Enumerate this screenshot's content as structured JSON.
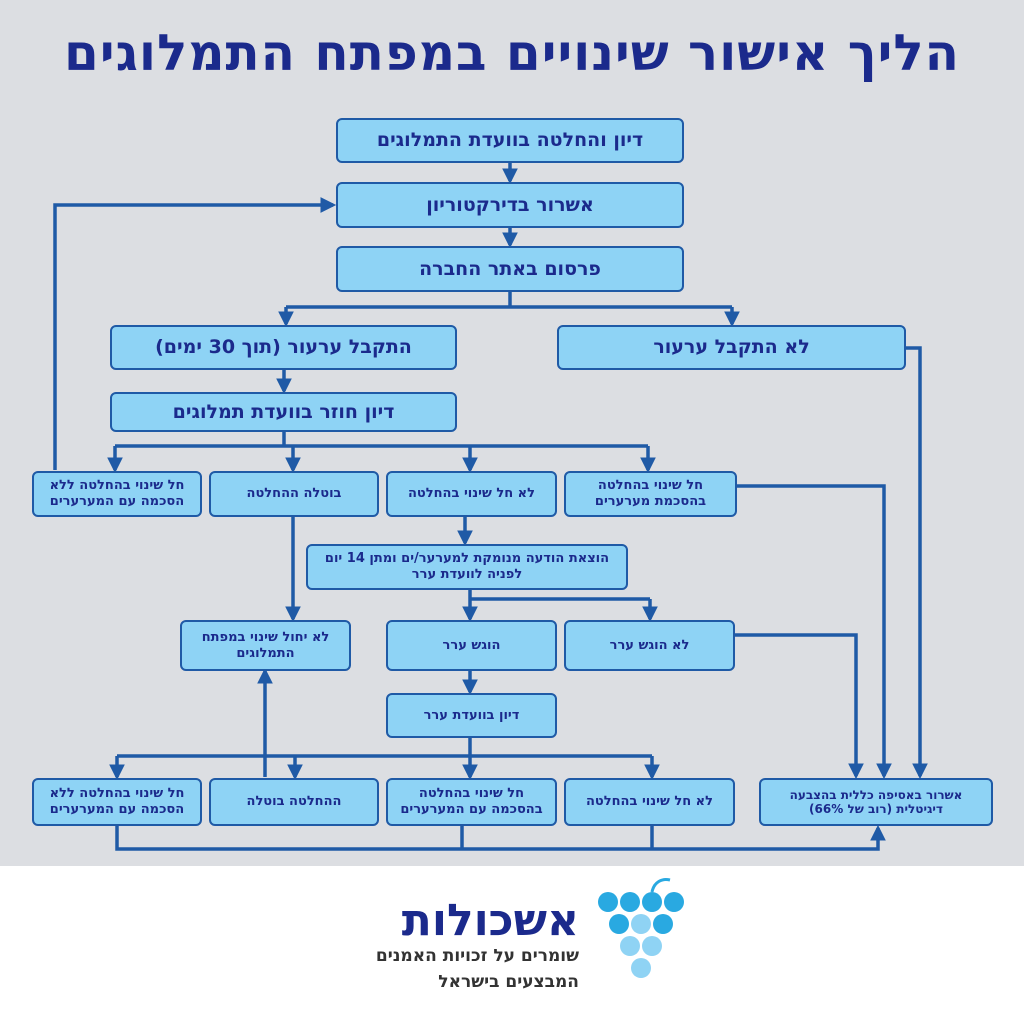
{
  "title": "הליך אישור שינויים במפתח התמלוגים",
  "nodes": {
    "royalty_committee": "דיון והחלטה בוועדת התמלוגים",
    "board_approval": "אשרור בדירקטוריון",
    "publish_site": "פרסום באתר החברה",
    "objection_received": "התקבל ערעור (תוך 30 ימים)",
    "no_objection": "לא התקבל ערעור",
    "rediscussion": "דיון חוזר בוועדת תמלוגים",
    "change_no_agreement_1": "חל שינוי בהחלטה ללא הסכמה עם המערערים",
    "decision_cancelled_1": "בוטלה ההחלטה",
    "no_change_1": "לא חל שינוי בהחלטה",
    "change_with_agreement_1": "חל שינוי בהחלטה בהסכמת מערערים",
    "reasoned_notice": "הוצאת הודעה מנומקת למערער/ים ומתן 14 יום לפניה לוועדת ערר",
    "no_change_in_key": "לא יחול שינוי במפתח התמלוגים",
    "appeal_filed": "הוגש ערר",
    "appeal_not_filed": "לא הוגש ערר",
    "appeal_committee": "דיון בוועדת ערר",
    "change_no_agreement_2": "חל שינוי בהחלטה ללא הסכמה עם המערערים",
    "decision_cancelled_2": "ההחלטה בוטלה",
    "change_with_agreement_2": "חל שינוי בהחלטה בהסכמה עם המערערים",
    "no_change_2": "לא חל שינוי בהחלטה",
    "general_assembly": "אשרור באסיפה כללית בהצבעה דיגיטלית (רוב של 66%)"
  },
  "footer": {
    "brand": "אשכולות",
    "tagline_1": "שומרים על זכויות האמנים",
    "tagline_2": "המבצעים בישראל"
  },
  "colors": {
    "title": "#1b2a8c",
    "box_fill": "#8ed3f5",
    "line": "#1f5aa6",
    "background": "#dcdee2",
    "logo_dark": "#29a9e1",
    "logo_light": "#8fd3f4"
  }
}
